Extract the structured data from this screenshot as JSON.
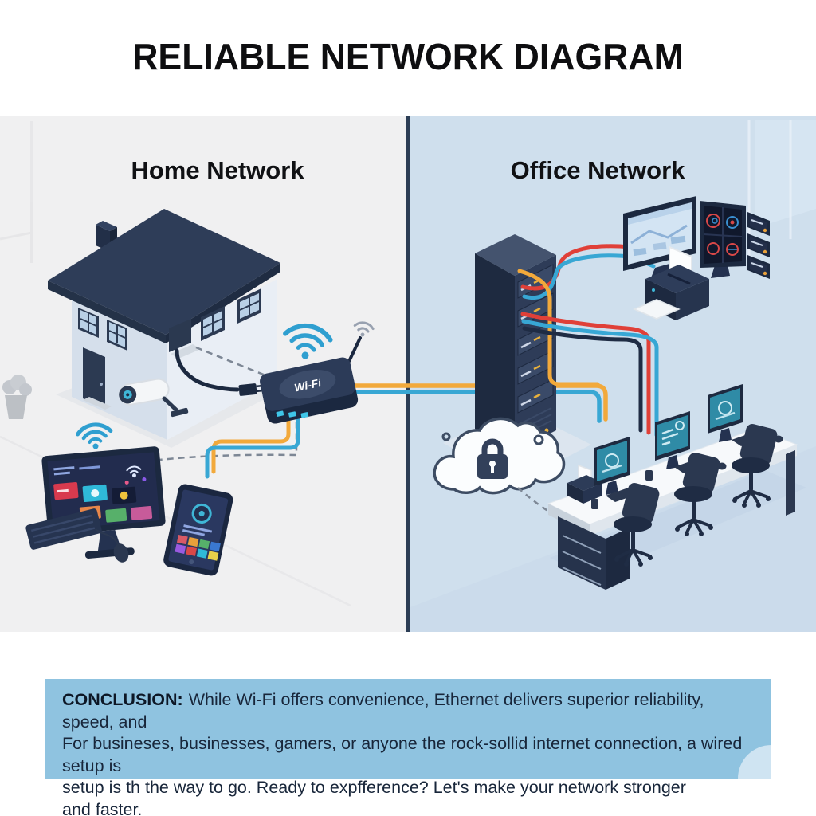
{
  "title": "RELIABLE NETWORK DIAGRAM",
  "home": {
    "heading": "Home Network",
    "devices": [
      "house",
      "security-camera",
      "wifi-router",
      "smart-tv",
      "keyboard",
      "mouse",
      "tablet"
    ]
  },
  "office": {
    "heading": "Office Network",
    "devices": [
      "server-rack",
      "monitoring-displays",
      "printer",
      "secure-cloud",
      "workstation-desk",
      "office-chairs"
    ]
  },
  "router": {
    "label": "Wi-Fi"
  },
  "conclusion": {
    "label": "CONCLUSION:",
    "line1_rest": "While Wi-Fi offers convenience, Ethernet delivers superior reliability, speed, and",
    "line2": "For busineses, businesses, gamers, or anyone the rock-sollid internet connection, a wired setup is",
    "line3": "setup is th the way to go. Ready to expfference? Let's make your network stronger",
    "line4": "and faster."
  },
  "colors": {
    "panel_home_bg": "#f0f0f1",
    "panel_office_bg": "#cfdfed",
    "divider": "#2b3d55",
    "conclusion_bg": "#8fc3e0",
    "cable_yellow": "#f2a93b",
    "cable_blue": "#38a7d4",
    "cable_red": "#e04038",
    "cable_dark": "#1f2c44",
    "wifi_blue": "#2f9fd0"
  }
}
